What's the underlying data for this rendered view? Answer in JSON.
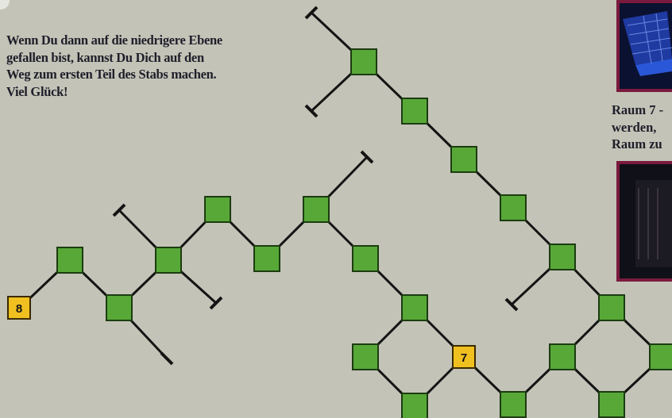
{
  "intro_text": [
    "Wenn Du dann auf die niedrigere Ebene",
    "gefallen bist, kannst Du Dich auf den",
    "Weg zum ersten Teil des Stabs machen.",
    "Viel Glück!"
  ],
  "side_text": [
    "Raum 7 -",
    "werden,",
    "Raum zu"
  ],
  "room_labels": [
    "8",
    "7"
  ],
  "colors": {
    "background": "#c3c3b7",
    "room": "#58a838",
    "room_dark": "#2f6c1c",
    "numbered_room": "#f0c020",
    "line": "#141414",
    "text": "#1e1e2a",
    "photo_frame": "#7a1a3e"
  },
  "icons": [
    "room-square",
    "numbered-room-square",
    "dead-end-bar"
  ]
}
